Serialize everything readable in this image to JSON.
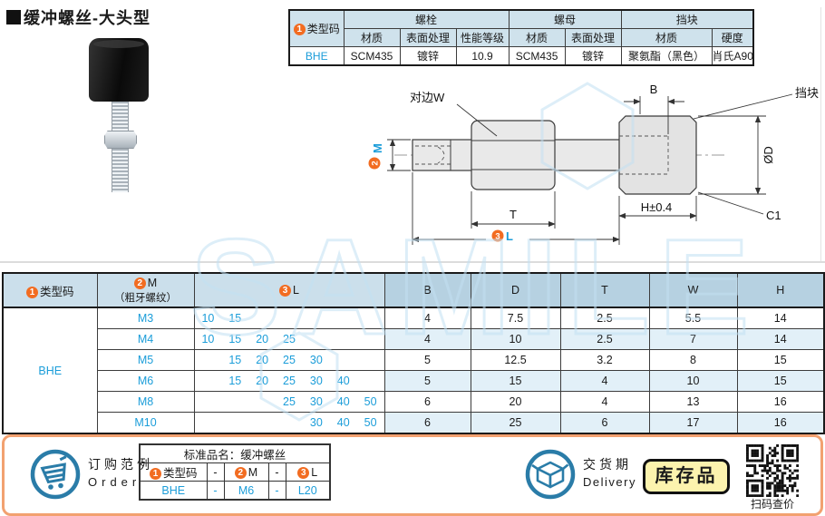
{
  "header": {
    "title": "缓冲螺丝-大头型"
  },
  "badges": {
    "n1": "1",
    "n2": "2",
    "n3": "3"
  },
  "spec_table": {
    "type_code_label": "类型码",
    "groups": [
      {
        "label": "螺栓",
        "cols": [
          "材质",
          "表面处理",
          "性能等级"
        ]
      },
      {
        "label": "螺母",
        "cols": [
          "材质",
          "表面处理"
        ]
      },
      {
        "label": "挡块",
        "cols": [
          "材质",
          "硬度"
        ]
      }
    ],
    "row": {
      "type_code": "BHE",
      "values": [
        "SCM435",
        "镀锌",
        "10.9",
        "SCM435",
        "镀锌",
        "聚氨酯（黑色）",
        "肖氏A90"
      ]
    }
  },
  "diagram": {
    "labels": {
      "across_flats": "对边W",
      "b": "B",
      "block": "挡块",
      "m": "M",
      "d": "ØD",
      "t": "T",
      "l": "L",
      "h": "H±0.4",
      "c1": "C1"
    }
  },
  "main_table": {
    "headers": {
      "type_code": "类型码",
      "m": "M",
      "m_note": "（粗牙螺纹）",
      "l": "L",
      "dims": [
        "B",
        "D",
        "T",
        "W",
        "H"
      ]
    },
    "l_columns": [
      10,
      15,
      20,
      25,
      30,
      40,
      50
    ],
    "type_code": "BHE",
    "rows": [
      {
        "m": "M3",
        "l": [
          10,
          15
        ],
        "dims": [
          "4",
          "7.5",
          "2.5",
          "5.5",
          "14"
        ]
      },
      {
        "m": "M4",
        "l": [
          10,
          15,
          20,
          25
        ],
        "dims": [
          "4",
          "10",
          "2.5",
          "7",
          "14"
        ]
      },
      {
        "m": "M5",
        "l": [
          15,
          20,
          25,
          30
        ],
        "dims": [
          "5",
          "12.5",
          "3.2",
          "8",
          "15"
        ]
      },
      {
        "m": "M6",
        "l": [
          15,
          20,
          25,
          30,
          40
        ],
        "dims": [
          "5",
          "15",
          "4",
          "10",
          "15"
        ]
      },
      {
        "m": "M8",
        "l": [
          25,
          30,
          40,
          50
        ],
        "dims": [
          "6",
          "20",
          "4",
          "13",
          "16"
        ]
      },
      {
        "m": "M10",
        "l": [
          30,
          40,
          50
        ],
        "dims": [
          "6",
          "25",
          "6",
          "17",
          "16"
        ]
      }
    ]
  },
  "footer": {
    "order_cn": "订购范例",
    "order_en": "Order",
    "example": {
      "title": "标准品名：缓冲螺丝",
      "h_type": "类型码",
      "h_m": "M",
      "h_l": "L",
      "sep": "-",
      "v_type": "BHE",
      "v_m": "M6",
      "v_l": "L20"
    },
    "delivery_cn": "交货期",
    "delivery_en": "Delivery",
    "stock_badge": "库存品",
    "qr_caption": "扫码查价"
  },
  "colors": {
    "accent_blue": "#1b9dd9",
    "accent_orange": "#f26c21",
    "table_header_light": "#cbdfeb",
    "table_header_dark": "#b6d1e1",
    "row_alt": "#e2f0f8",
    "footer_border": "#f2a170",
    "badge_yellow": "#fcf3ae",
    "icon_blue": "#2a7ca8"
  }
}
